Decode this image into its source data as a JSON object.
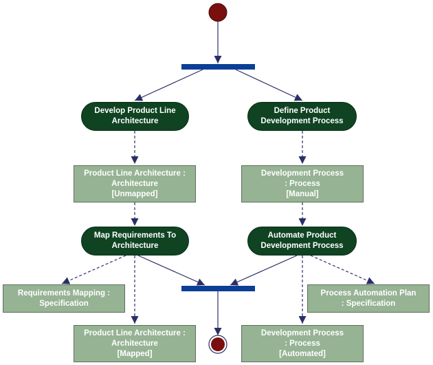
{
  "diagram": {
    "type": "UML activity diagram",
    "colors": {
      "action_fill": "#0f4322",
      "object_fill": "#96b394",
      "bar_fill": "#0b3f96",
      "node_fill": "#7a0f0f",
      "edge": "#2a2f66"
    },
    "actions": [
      {
        "id": "develop",
        "label": "Develop Product Line\nArchitecture"
      },
      {
        "id": "define",
        "label": "Define Product\nDevelopment Process"
      },
      {
        "id": "map",
        "label": "Map Requirements To\nArchitecture"
      },
      {
        "id": "automate",
        "label": "Automate Product\nDevelopment Process"
      }
    ],
    "objects": [
      {
        "id": "pla_unmapped",
        "label": "Product Line Architecture :\nArchitecture\n[Unmapped]"
      },
      {
        "id": "dp_manual",
        "label": "Development Process\n: Process\n[Manual]"
      },
      {
        "id": "req_mapping",
        "label": "Requirements Mapping :\nSpecification"
      },
      {
        "id": "pap",
        "label": "Process Automation Plan\n: Specification"
      },
      {
        "id": "pla_mapped",
        "label": "Product Line Architecture :\nArchitecture\n[Mapped]"
      },
      {
        "id": "dp_automated",
        "label": "Development Process\n: Process\n[Automated]"
      }
    ],
    "control_nodes": [
      "initial",
      "fork",
      "join",
      "final"
    ],
    "flows": [
      {
        "from": "initial",
        "to": "fork",
        "style": "solid"
      },
      {
        "from": "fork",
        "to": "develop",
        "style": "solid"
      },
      {
        "from": "fork",
        "to": "define",
        "style": "solid"
      },
      {
        "from": "develop",
        "to": "pla_unmapped",
        "style": "dashed"
      },
      {
        "from": "define",
        "to": "dp_manual",
        "style": "dashed"
      },
      {
        "from": "pla_unmapped",
        "to": "map",
        "style": "dashed"
      },
      {
        "from": "dp_manual",
        "to": "automate",
        "style": "dashed"
      },
      {
        "from": "map",
        "to": "req_mapping",
        "style": "dashed"
      },
      {
        "from": "map",
        "to": "pla_mapped",
        "style": "dashed"
      },
      {
        "from": "map",
        "to": "join",
        "style": "solid"
      },
      {
        "from": "automate",
        "to": "join",
        "style": "solid"
      },
      {
        "from": "automate",
        "to": "dp_automated",
        "style": "dashed"
      },
      {
        "from": "automate",
        "to": "pap",
        "style": "dashed"
      },
      {
        "from": "join",
        "to": "final",
        "style": "solid"
      }
    ]
  }
}
